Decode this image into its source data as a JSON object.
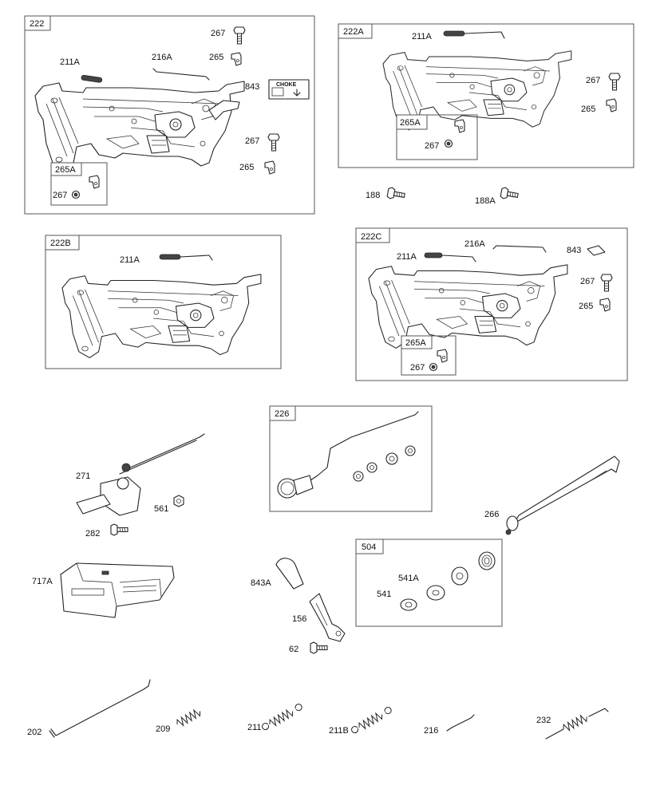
{
  "diagram_title": "Governor / Control Bracket Parts Diagram",
  "labels": {
    "box_222": "222",
    "box_222a": "222A",
    "box_222b": "222B",
    "box_222c": "222C",
    "box_265a": "265A",
    "box_226": "226",
    "box_504": "504",
    "p211a": "211A",
    "p216a": "216A",
    "p267": "267",
    "p265": "265",
    "p843": "843",
    "p188": "188",
    "p188a": "188A",
    "p271": "271",
    "p561": "561",
    "p282": "282",
    "p266": "266",
    "p541a": "541A",
    "p541": "541",
    "p717a": "717A",
    "p843a": "843A",
    "p156": "156",
    "p62": "62",
    "p202": "202",
    "p209": "209",
    "p211": "211",
    "p211b": "211B",
    "p216": "216",
    "p232": "232"
  },
  "decal_text": "CHOKE"
}
